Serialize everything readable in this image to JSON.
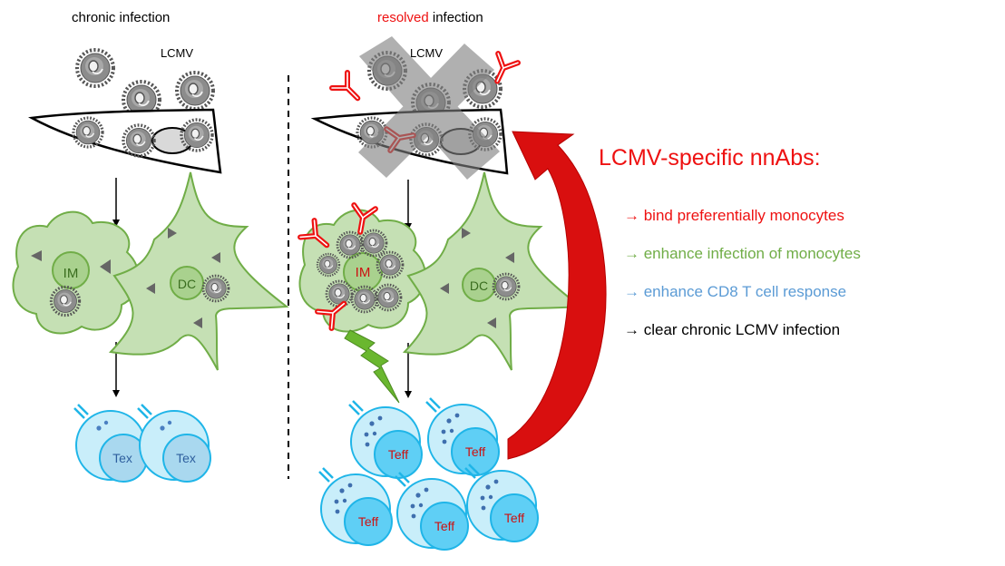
{
  "panels": {
    "chronic": {
      "title": "chronic infection",
      "virus_label": "LCMV"
    },
    "resolved": {
      "title_highlight": "resolved",
      "title_rest": " infection",
      "virus_label": "LCMV"
    }
  },
  "cells": {
    "im_label": "IM",
    "dc_label": "DC",
    "tex_label": "Tex",
    "teff_label": "Teff"
  },
  "legend": {
    "title": "LCMV-specific nnAbs:",
    "items": [
      {
        "arrow": "→",
        "text": " bind preferentially monocytes",
        "color": "#ee1111"
      },
      {
        "arrow": "→",
        "text": " enhance infection of monocytes",
        "color": "#70ad47"
      },
      {
        "arrow": "→",
        "text": " enhance CD8 T cell response",
        "color": "#5b9bd5"
      },
      {
        "arrow": "→",
        "text": " clear chronic LCMV infection",
        "color": "#000000"
      }
    ]
  },
  "colors": {
    "accent": "#ee1111",
    "cell_green": "#c5e0b4",
    "cell_green_border": "#70ad47",
    "t_cell_fill": "#c9eefa",
    "t_cell_border": "#1fb5e8",
    "virus_gray": "#8c8c8c"
  }
}
